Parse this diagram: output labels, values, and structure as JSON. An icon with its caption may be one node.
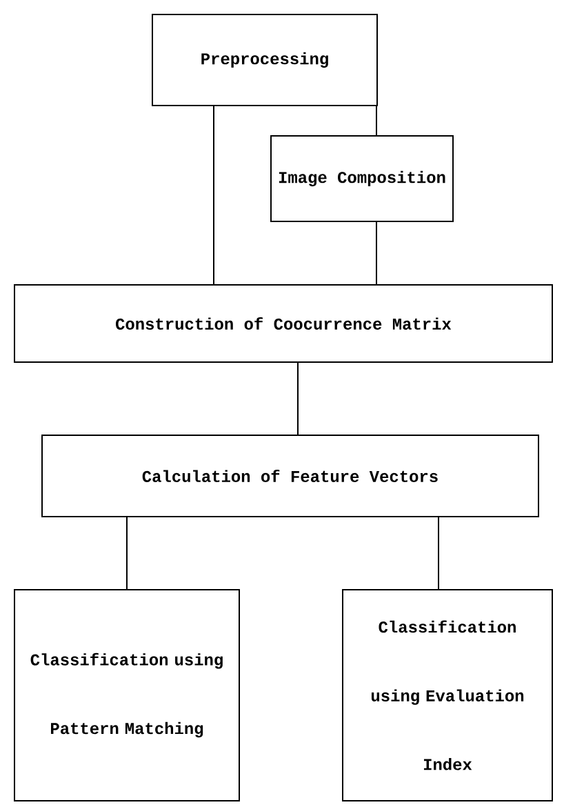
{
  "diagram": {
    "nodes": [
      {
        "text": [
          "Preprocessing"
        ]
      },
      {
        "text": [
          "Image Composition"
        ]
      },
      {
        "text": [
          "Construction of Coocurrence Matrix"
        ]
      },
      {
        "text": [
          "Calculation of Feature Vectors"
        ]
      },
      {
        "text": [
          "Classification using Pattern Matching"
        ]
      },
      {
        "text": [
          "Classification using Evaluation Index"
        ]
      }
    ],
    "edges": [
      {
        "from": 0,
        "to": 2,
        "arrow": "none"
      },
      {
        "from": 0,
        "to": 1,
        "arrow": "none"
      },
      {
        "from": 1,
        "to": 2,
        "arrow": "none"
      },
      {
        "from": 2,
        "to": 3,
        "arrow": "none"
      },
      {
        "from": 3,
        "to": 4,
        "arrow": "none"
      },
      {
        "from": 3,
        "to": 5,
        "arrow": "none"
      }
    ]
  }
}
